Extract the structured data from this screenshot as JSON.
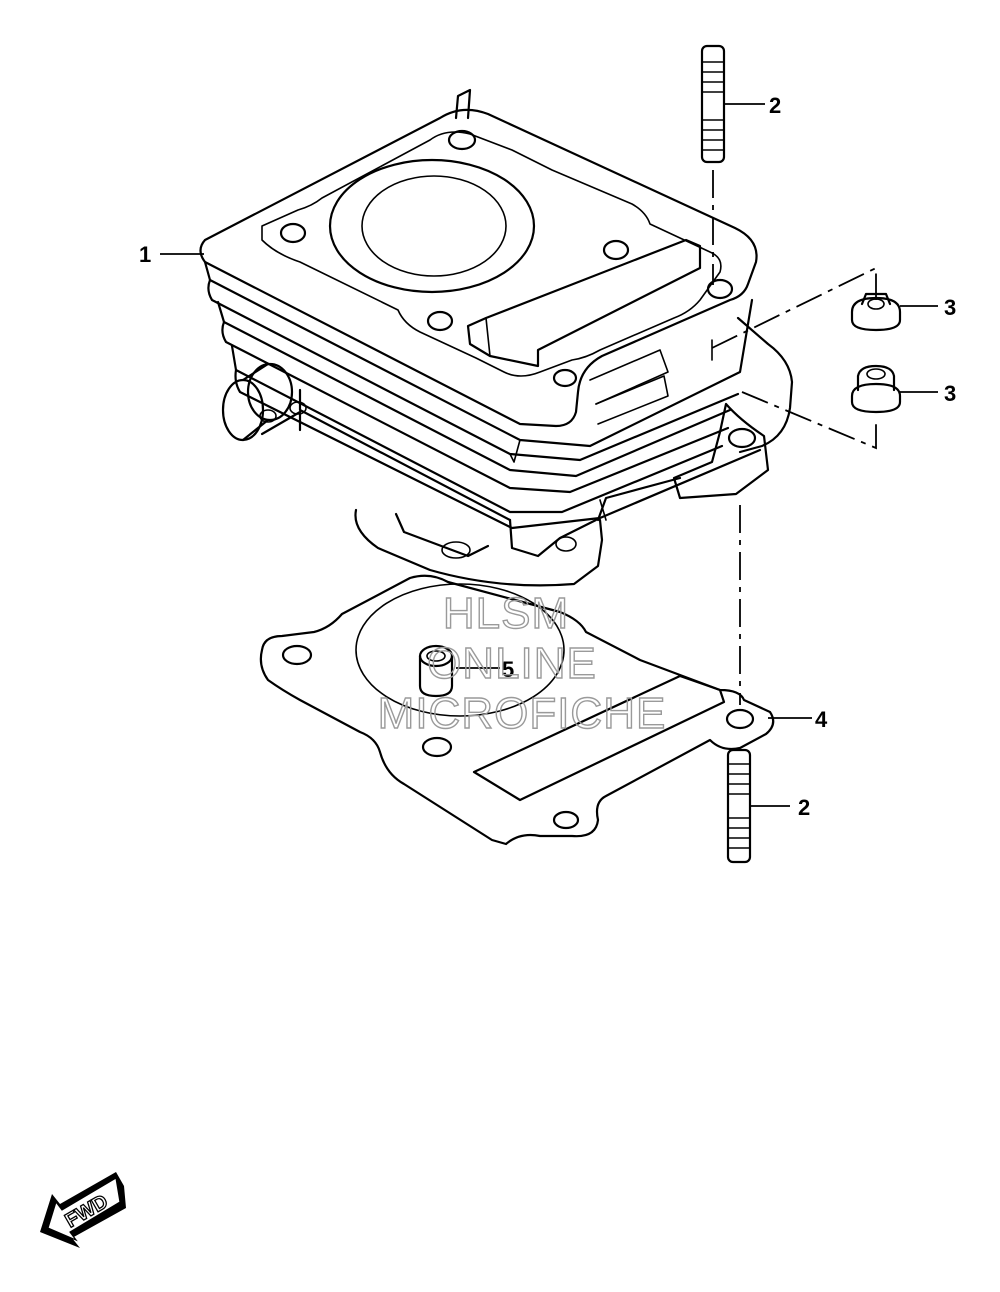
{
  "diagram": {
    "callouts": [
      {
        "id": "cylinder",
        "label": "1"
      },
      {
        "id": "stud-upper",
        "label": "2"
      },
      {
        "id": "stud-lower",
        "label": "2"
      },
      {
        "id": "nut-upper",
        "label": "3"
      },
      {
        "id": "nut-lower",
        "label": "3"
      },
      {
        "id": "gasket",
        "label": "4"
      },
      {
        "id": "dowel-pin",
        "label": "5"
      }
    ],
    "watermark": {
      "line1": "HLSM",
      "line2": "ONLINE",
      "line3": "MICROFICHE"
    },
    "direction_arrow": "FWD"
  }
}
